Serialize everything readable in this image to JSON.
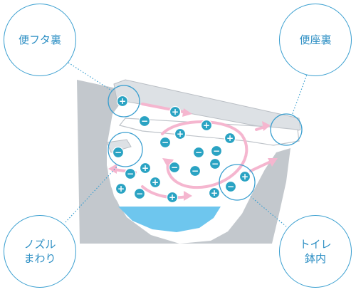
{
  "labels": {
    "lid_underside": "便フタ裏",
    "seat_underside": "便座裏",
    "nozzle_area": "ノズル\nまわり",
    "bowl_inside": "トイレ\n鉢内"
  },
  "symbols": {
    "plus": "+",
    "minus": "−"
  },
  "colors": {
    "callout_border": "#3a9fd0",
    "callout_text": "#2d8fc4",
    "toilet_gray": "#c3c8cd",
    "toilet_light": "#dde1e5",
    "bowl_white": "#ffffff",
    "water": "#6ec6ee",
    "ion": "#2aa3c3",
    "flow_arrow": "#f5b6cf"
  }
}
